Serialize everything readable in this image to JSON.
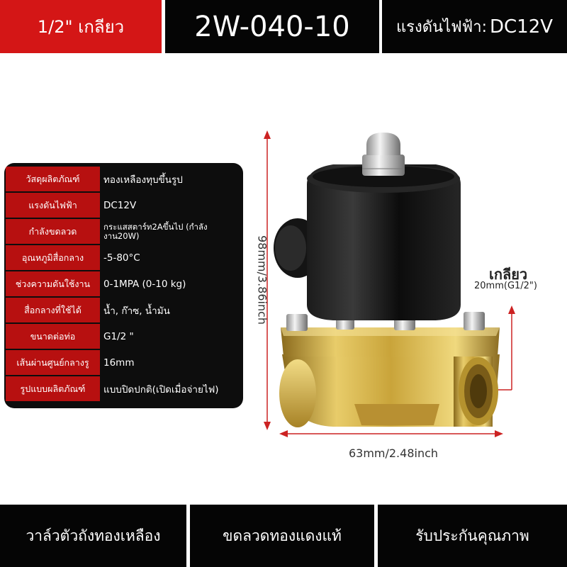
{
  "header": {
    "thread_size": "1/2\" เกลียว",
    "model": "2W-040-10",
    "voltage_label": "แรงดันไฟฟ้า:",
    "voltage_value": "DC12V"
  },
  "spec_table": [
    {
      "label": "วัสดุผลิตภัณฑ์",
      "value": "ทองเหลืองทุบขึ้นรูป"
    },
    {
      "label": "แรงดันไฟฟ้า",
      "value": "DC12V"
    },
    {
      "label": "กำลังขดลวด",
      "value": "กระแสสตาร์ท2Aขึ้นไป (กำลังงาน20W)"
    },
    {
      "label": "อุณหภูมิสื่อกลาง",
      "value": "-5-80°C"
    },
    {
      "label": "ช่วงความดันใช้งาน",
      "value": "0-1MPA (0-10 kg)"
    },
    {
      "label": "สื่อกลางที่ใช้ได้",
      "value": "น้ำ, ก๊าซ, น้ำมัน"
    },
    {
      "label": "ขนาดต่อท่อ",
      "value": "G1/2 \""
    },
    {
      "label": "เส้นผ่านศูนย์กลางรู",
      "value": "16mm"
    },
    {
      "label": "รูปแบบผลิตภัณฑ์",
      "value": "แบบปิดปกติ(เปิดเมื่อจ่ายไฟ)"
    }
  ],
  "dimensions": {
    "height": "98mm/3.86inch",
    "width": "63mm/2.48inch"
  },
  "thread_callout": {
    "label": "เกลียว",
    "size": "20mm(G1/2\")"
  },
  "footer": [
    "วาล์วตัวถังทองเหลือง",
    "ขดลวดทองแดงแท้",
    "รับประกันคุณภาพ"
  ],
  "colors": {
    "accent_red": "#d41616",
    "label_red": "#b71010",
    "dark": "#050505",
    "brass": "#d9b84a"
  }
}
